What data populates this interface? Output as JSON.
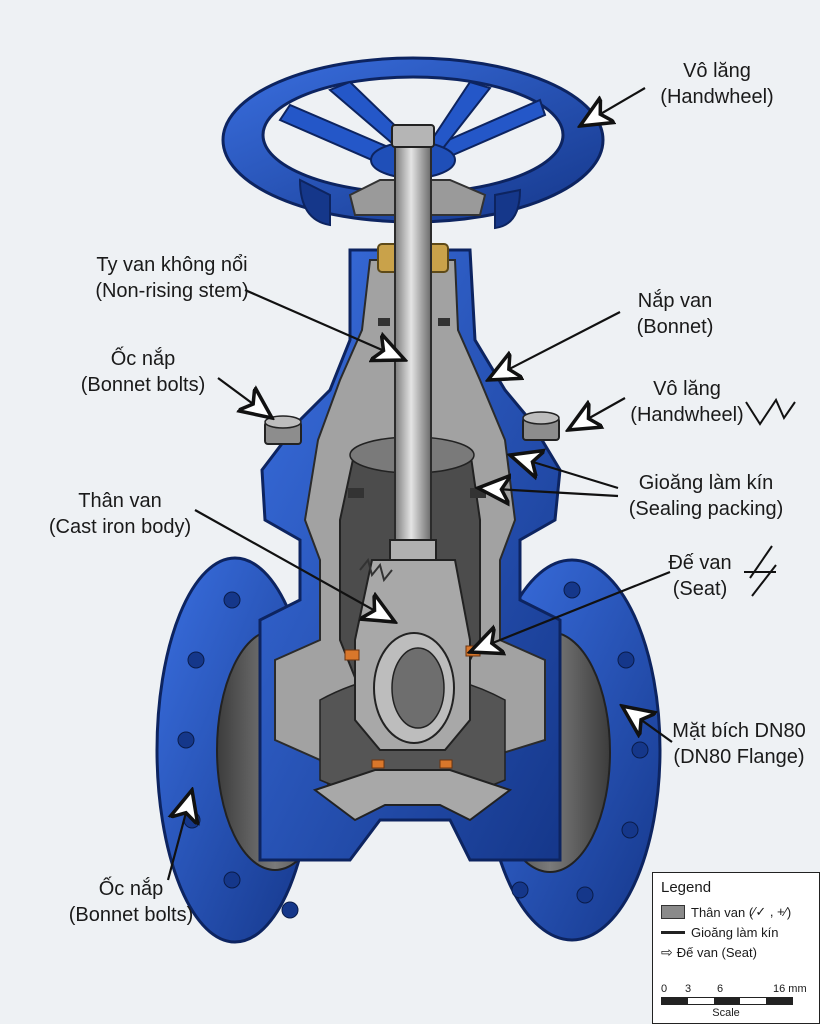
{
  "labels": {
    "handwheel_top": {
      "vi": "Vô lăng",
      "en": "(Handwheel)"
    },
    "stem": {
      "vi": "Ty van không nổi",
      "en": "(Non-rising stem)"
    },
    "bonnet": {
      "vi": "Nắp van",
      "en": "(Bonnet)"
    },
    "bonnet_bolts_left": {
      "vi": "Ốc nắp",
      "en": "(Bonnet bolts)"
    },
    "handwheel_mid": {
      "vi": "Vô lăng",
      "en": "(Handwheel)"
    },
    "packing": {
      "vi": "Gioăng làm kín",
      "en": "(Sealing packing)"
    },
    "body": {
      "vi": "Thân van",
      "en": "(Cast iron body)"
    },
    "seat": {
      "vi": "Đế van",
      "en": "(Seat)"
    },
    "flange": {
      "vi": "Mặt bích DN80",
      "en": "(DN80 Flange)"
    },
    "bonnet_bolts_bottom": {
      "vi": "Ốc nắp",
      "en": "(Bonnet bolts)"
    }
  },
  "legend": {
    "title": "Legend",
    "body_label": "Thân van (",
    "body_symbols": "⁄✓ , +⁄",
    "body_close": ")",
    "packing_label": "Gioăng làm kín",
    "seat_label": "Đế van (Seat)",
    "arrow_symbol": "⇨"
  },
  "scale": {
    "ticks": [
      "0",
      "3",
      "6",
      "16 mm"
    ],
    "name": "Scale"
  },
  "colors": {
    "valve_blue": "#1f4fb8",
    "valve_blue_dark": "#15378a",
    "cut_gray": "#9a9a9a",
    "interior_dark": "#4a4a4a",
    "brass": "#c9a24a",
    "seat_orange": "#d9772b",
    "background": "#eef1f4"
  }
}
